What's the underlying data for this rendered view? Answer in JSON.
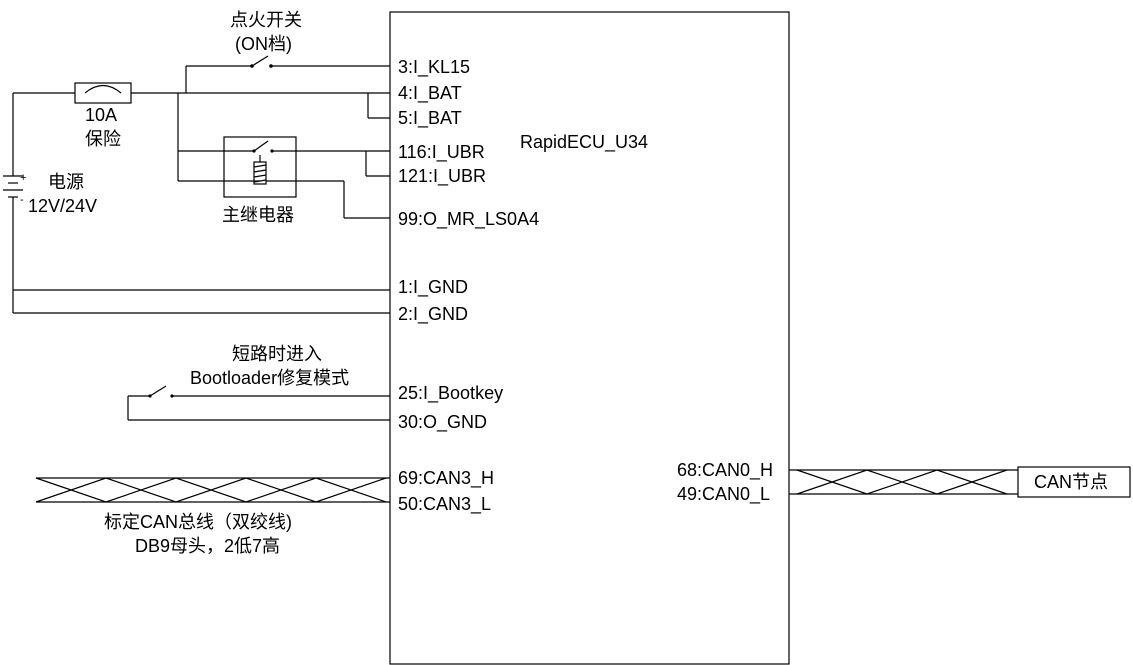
{
  "ecu": {
    "name": "RapidECU_U34"
  },
  "pins_left": {
    "kl15": "3:I_KL15",
    "bat1": "4:I_BAT",
    "bat2": "5:I_BAT",
    "ubr1": "116:I_UBR",
    "ubr2": "121:I_UBR",
    "mr": "99:O_MR_LS0A4",
    "gnd1": "1:I_GND",
    "gnd2": "2:I_GND",
    "bootkey": "25:I_Bootkey",
    "ognd": "30:O_GND",
    "can3h": "69:CAN3_H",
    "can3l": "50:CAN3_L"
  },
  "pins_right": {
    "can0h": "68:CAN0_H",
    "can0l": "49:CAN0_L"
  },
  "labels": {
    "ignition_line1": "点火开关",
    "ignition_line2": "(ON档)",
    "fuse_line1": "10A",
    "fuse_line2": "保险",
    "power_line1": "电源",
    "power_line2": "12V/24V",
    "power_plus": "+",
    "power_minus": "-",
    "relay": "主继电器",
    "boot_line1": "短路时进入",
    "boot_line2": "Bootloader修复模式",
    "can_cal_line1": "标定CAN总线（双绞线)",
    "can_cal_line2": "DB9母头，2低7高",
    "can_node": "CAN节点"
  },
  "colors": {
    "stroke": "#000000",
    "background": "#ffffff"
  }
}
